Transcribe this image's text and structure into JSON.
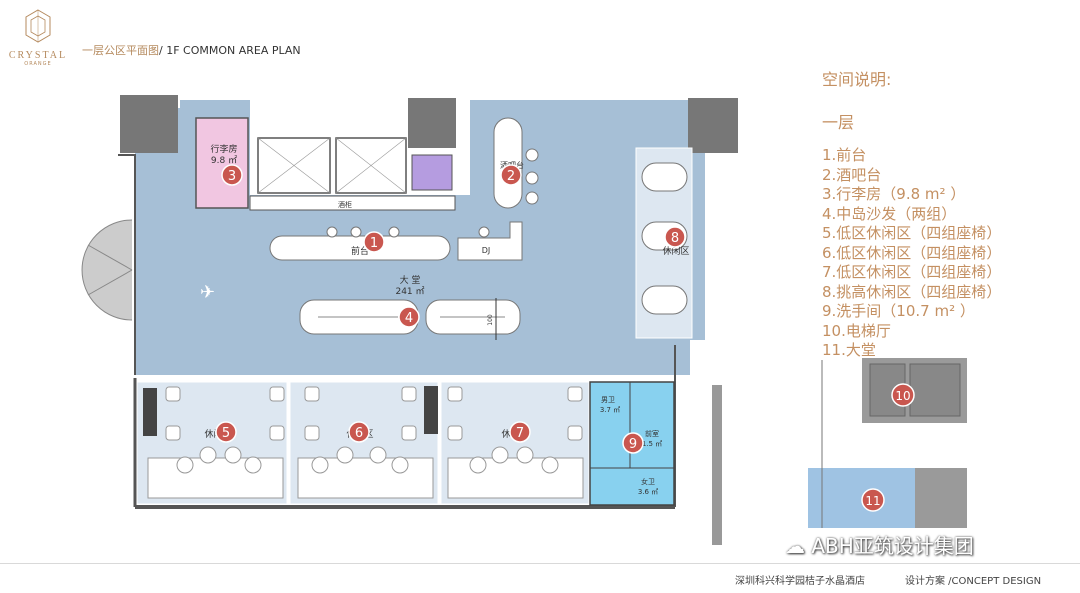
{
  "logo": {
    "brand": "CRYSTAL",
    "sub": "ORANGE"
  },
  "plan_title": {
    "cn": "一层公区平面图",
    "en": "/ 1F COMMON AREA PLAN"
  },
  "legend": {
    "heading": "空间说明:",
    "floor": "一层",
    "items": [
      "1.前台",
      "2.酒吧台",
      "3.行李房（9.8 m² ）",
      "4.中岛沙发（两组）",
      "5.低区休闲区（四组座椅）",
      "6.低区休闲区（四组座椅）",
      "7.低区休闲区（四组座椅）",
      "8.挑高休闲区（四组座椅）",
      "9.洗手间（10.7 m² ）",
      "10.电梯厅",
      "11.大堂"
    ]
  },
  "plan": {
    "luggage": "行李房",
    "luggage_area": "9.8 ㎡",
    "lobby": "大 堂",
    "lobby_area": "241 ㎡",
    "front_desk": "前台",
    "bar": "酒吧台",
    "dj": "DJ",
    "lounge": "休闲区",
    "mens": "男卫",
    "mens_area": "3.7 ㎡",
    "womens": "女卫",
    "womens_area": "3.6 ㎡",
    "washroom_label": "前室",
    "washroom_area": "1.5 ㎡",
    "bar_cabinet": "酒柜",
    "dim": "100",
    "markers": [
      "1",
      "2",
      "3",
      "4",
      "5",
      "6",
      "7",
      "8",
      "9",
      "10",
      "11"
    ]
  },
  "watermark": "ABH亚筑设计集团",
  "footer": {
    "project": "深圳科兴科学园桔子水晶酒店",
    "doc": "设计方案 /CONCEPT DESIGN"
  },
  "colors": {
    "floor": "#a6bfd6",
    "light_floor": "#dde7f1",
    "accent": "#c49062",
    "marker": "#c9574f",
    "luggage": "#f1c6e1",
    "washroom": "#88d1ef"
  }
}
